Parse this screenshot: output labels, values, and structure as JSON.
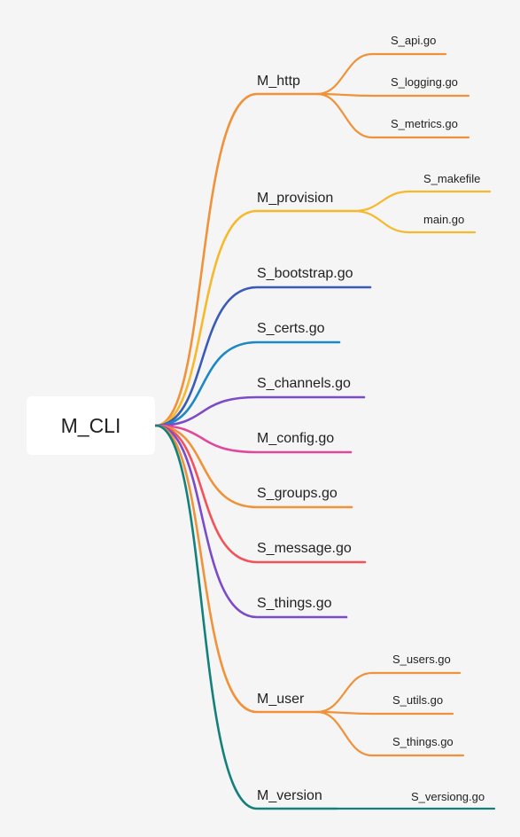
{
  "root": "M_CLI",
  "branches": [
    {
      "key": "http",
      "label": "M_http",
      "color": "#f0923a",
      "children": [
        "S_api.go",
        "S_logging.go",
        "S_metrics.go"
      ]
    },
    {
      "key": "provision",
      "label": "M_provision",
      "color": "#f6b92c",
      "children": [
        "S_makefile",
        "main.go"
      ]
    },
    {
      "key": "bootstrap",
      "label": "S_bootstrap.go",
      "color": "#3a5bb8",
      "children": []
    },
    {
      "key": "certs",
      "label": "S_certs.go",
      "color": "#1e88c4",
      "children": []
    },
    {
      "key": "channels",
      "label": "S_channels.go",
      "color": "#7b4bc8",
      "children": []
    },
    {
      "key": "config",
      "label": "M_config.go",
      "color": "#e0489e",
      "children": []
    },
    {
      "key": "groups",
      "label": "S_groups.go",
      "color": "#f0923a",
      "children": []
    },
    {
      "key": "message",
      "label": "S_message.go",
      "color": "#f2525a",
      "children": []
    },
    {
      "key": "things",
      "label": "S_things.go",
      "color": "#7b4bc8",
      "children": []
    },
    {
      "key": "user",
      "label": "M_user",
      "color": "#f0923a",
      "children": [
        "S_users.go",
        "S_utils.go",
        "S_things.go"
      ]
    },
    {
      "key": "version",
      "label": "M_version",
      "color": "#13807c",
      "children": [
        "S_versiong.go"
      ]
    }
  ]
}
